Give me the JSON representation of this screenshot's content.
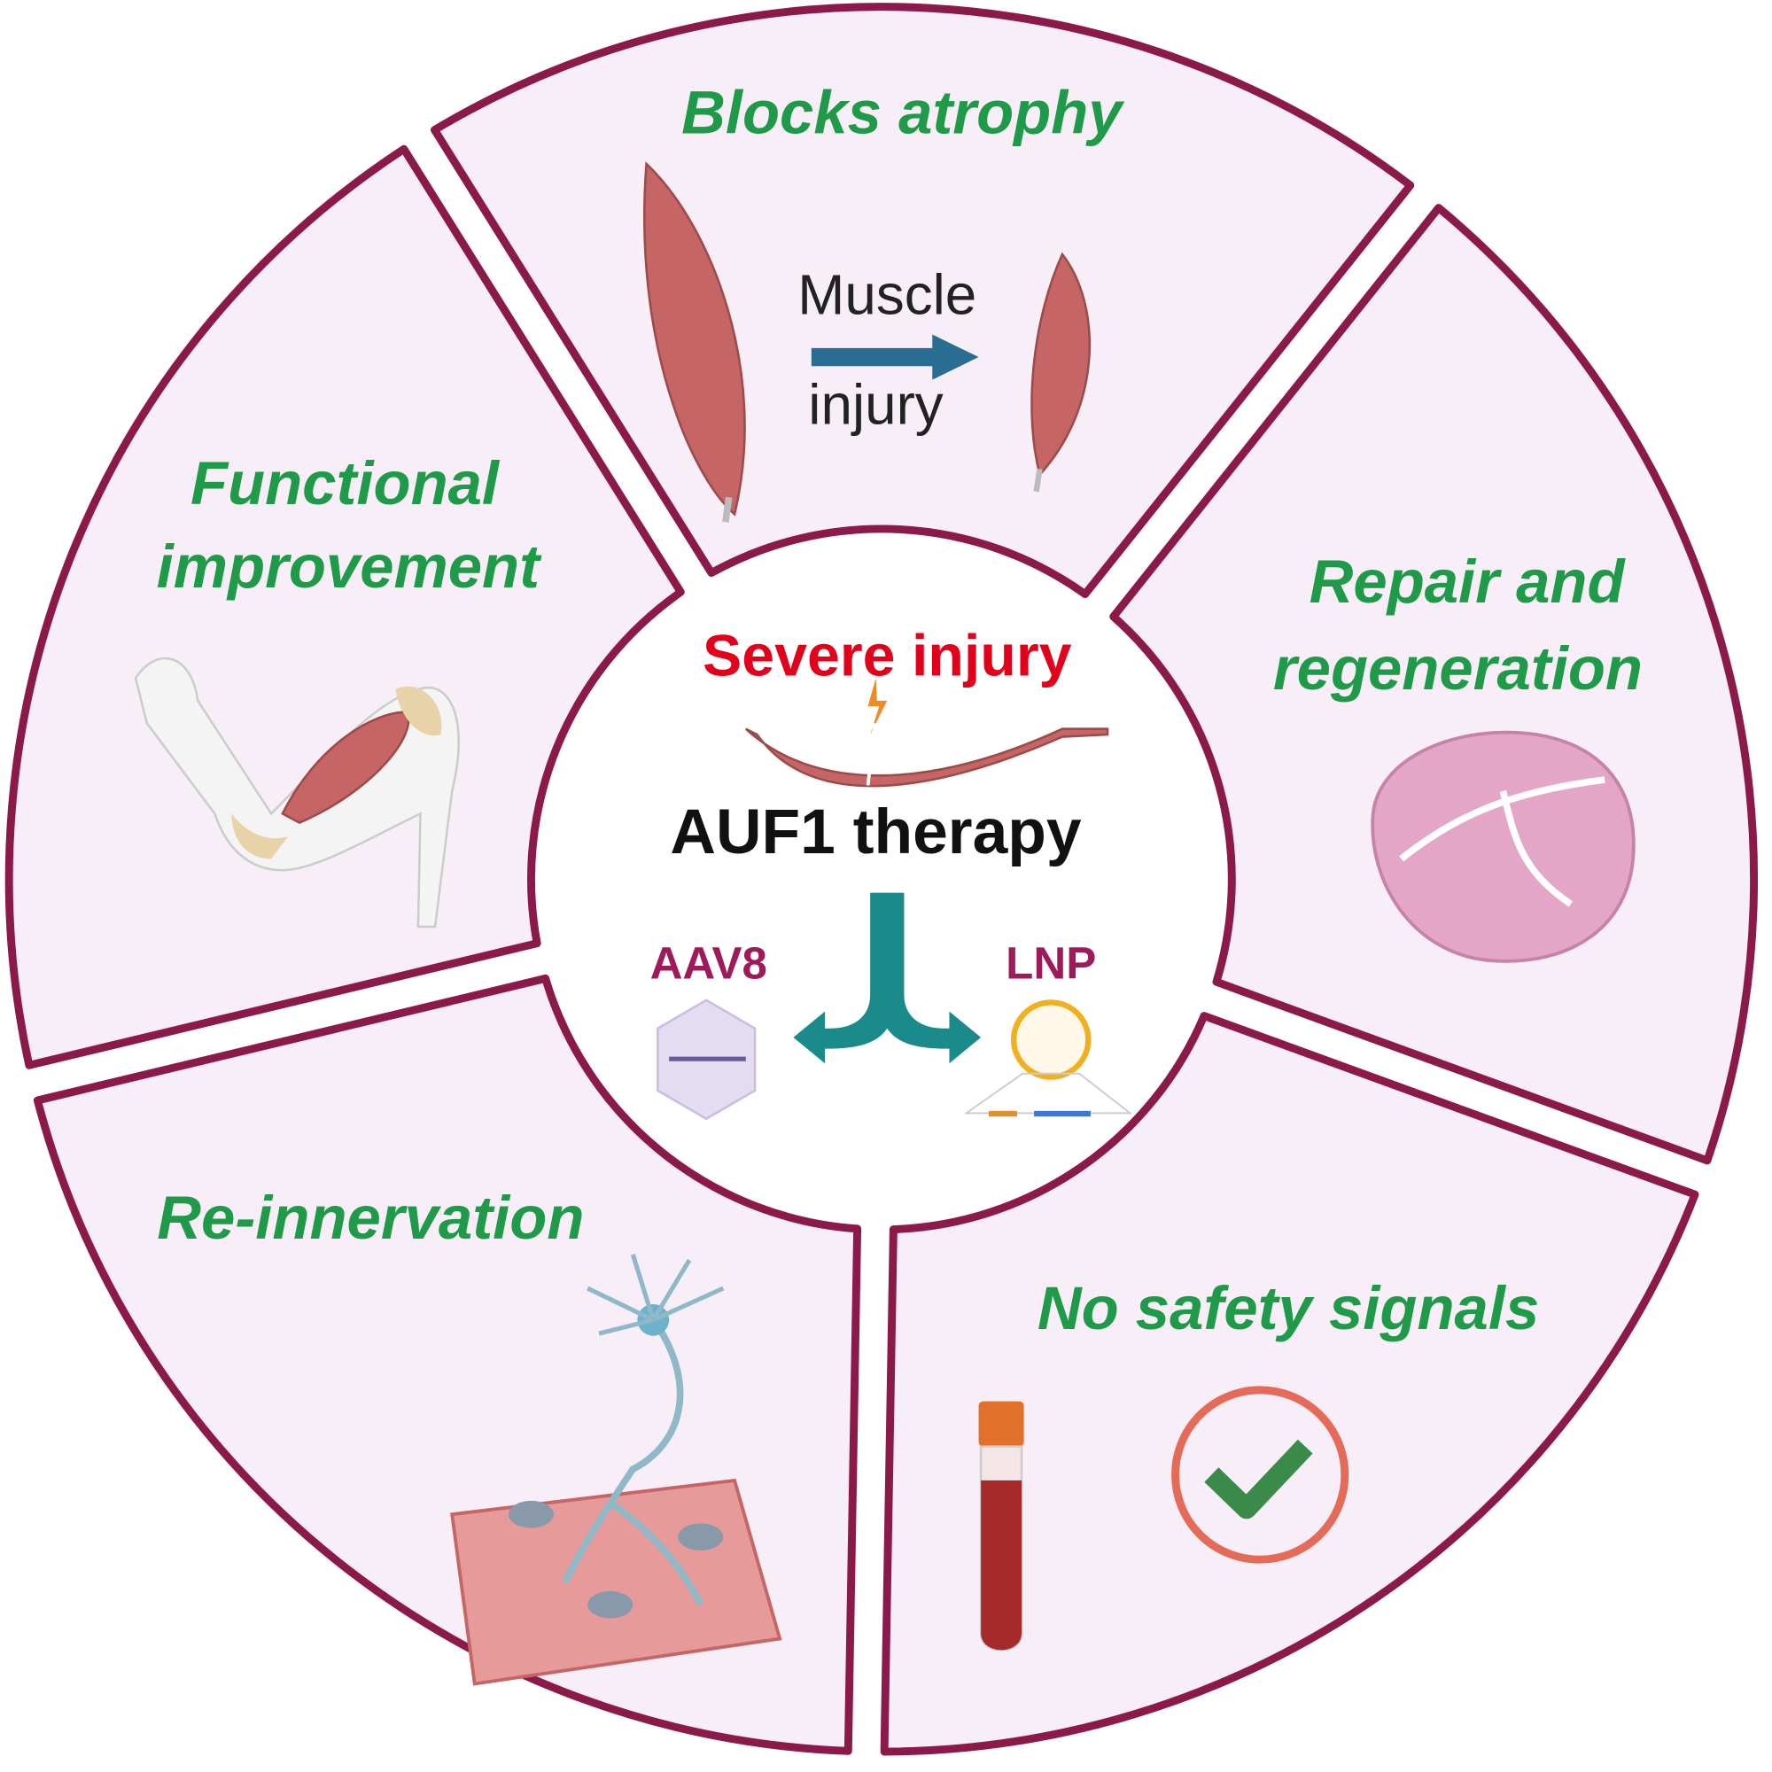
{
  "colors": {
    "heading": "#1f9a48",
    "border": "#8b1a4a",
    "sector_fill": "#f8eef8",
    "severe": "#e3001b",
    "vector": "#a0195b",
    "arrow": "#1a8a8a"
  },
  "sectors": {
    "top": {
      "title": "Blocks atrophy",
      "label_1": "Muscle",
      "label_2": "injury"
    },
    "left": {
      "title_1": "Functional",
      "title_2": "improvement"
    },
    "right": {
      "title_1": "Repair and",
      "title_2": "regeneration"
    },
    "lower_left": {
      "title": "Re-innervation"
    },
    "lower_right": {
      "title": "No safety signals"
    }
  },
  "center": {
    "injury": "Severe injury",
    "therapy": "AUF1 therapy",
    "vector_left": "AAV8",
    "vector_right": "LNP"
  }
}
